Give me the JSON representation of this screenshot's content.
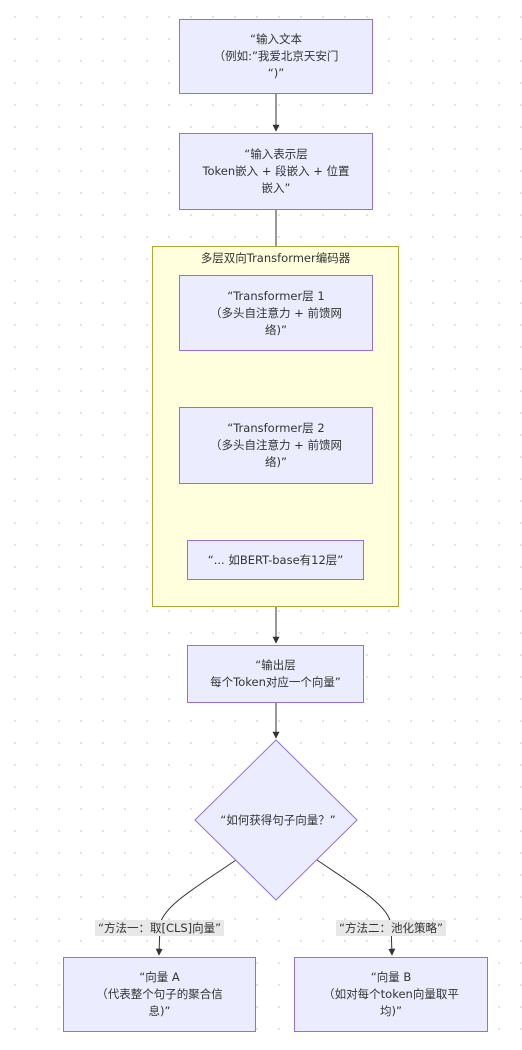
{
  "cluster": {
    "title": "多层双向Transformer编码器"
  },
  "nodes": {
    "input_text": [
      "“输入文本",
      "（例如:”我爱北京天安门",
      "“)”"
    ],
    "input_repr": [
      "“输入表示层",
      "Token嵌入 + 段嵌入 + 位置",
      "嵌入”"
    ],
    "layer1": [
      "“Transformer层 1",
      "（多头自注意力 + 前馈网",
      "络)”"
    ],
    "layer2": [
      "“Transformer层 2",
      "（多头自注意力 + 前馈网",
      "络)”"
    ],
    "layer_more": [
      "“... 如BERT-base有12层”"
    ],
    "output": [
      "“输出层",
      "每个Token对应一个向量”"
    ],
    "decision": "“如何获得句子向量？”",
    "vec_a": [
      "“向量 A",
      "（代表整个句子的聚合信",
      "息)”"
    ],
    "vec_b": [
      "“向量 B",
      "（如对每个token向量取平",
      "均)”"
    ]
  },
  "edge_labels": {
    "method1": "“方法一：取[CLS]向量”",
    "method2": "“方法二：池化策略”"
  },
  "colors": {
    "node_fill": "#ececff",
    "node_stroke": "#9370db",
    "cluster_fill": "#ffffde",
    "cluster_stroke": "#aaaa33",
    "edge": "#333333",
    "edge_label_bg": "#e8e8e8"
  }
}
